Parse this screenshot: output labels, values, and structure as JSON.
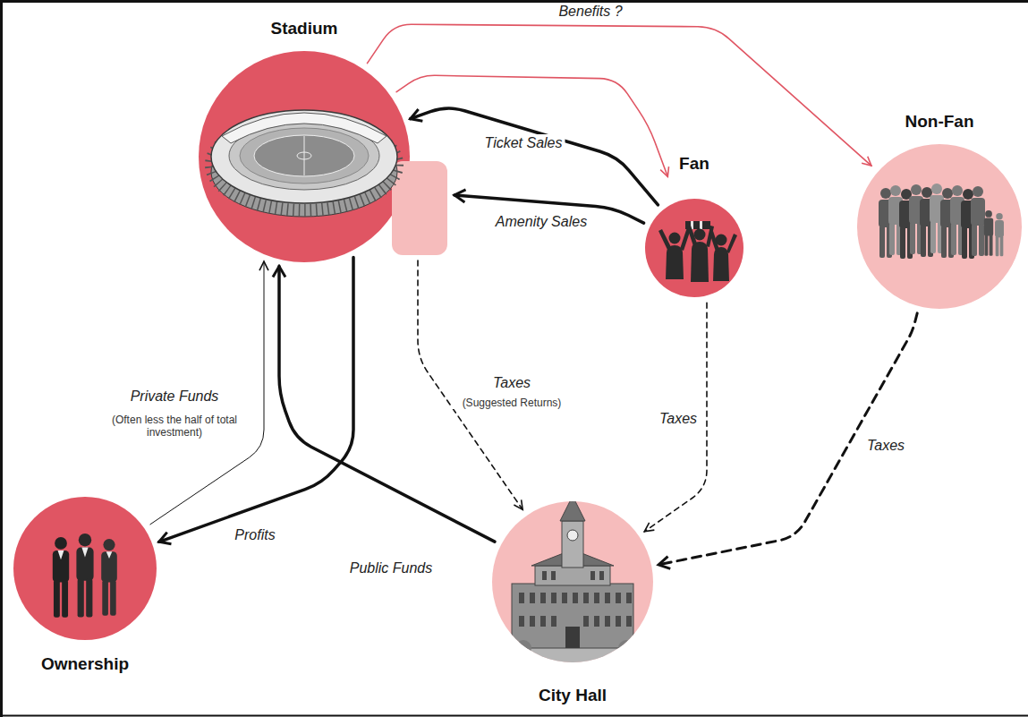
{
  "diagram": {
    "nodes": [
      {
        "text": [
          "Stadium"
        ]
      },
      {
        "text": [
          "Fan"
        ]
      },
      {
        "text": [
          "Non-Fan"
        ]
      },
      {
        "text": [
          "Ownership"
        ]
      },
      {
        "text": [
          "City Hall"
        ]
      }
    ],
    "edges": [
      {
        "from": 0,
        "to": 2,
        "label": "Benefits ?",
        "arrow": "to"
      },
      {
        "from": 0,
        "to": 1,
        "arrow": "to"
      },
      {
        "from": 1,
        "to": 0,
        "label": "Ticket Sales",
        "arrow": "to"
      },
      {
        "from": 1,
        "to": 0,
        "label": "Amenity Sales",
        "arrow": "to"
      },
      {
        "from": 0,
        "to": 4,
        "label": "Taxes",
        "arrow": "to"
      },
      {
        "from": 1,
        "to": 4,
        "label": "Taxes",
        "arrow": "to"
      },
      {
        "from": 2,
        "to": 4,
        "label": "Taxes",
        "arrow": "to"
      },
      {
        "from": 3,
        "to": 0,
        "label": "Private Funds",
        "arrow": "to"
      },
      {
        "from": 0,
        "to": 3,
        "label": "Profits",
        "arrow": "to"
      },
      {
        "from": 4,
        "to": 0,
        "label": "Public Funds",
        "arrow": "to"
      }
    ],
    "labels": [
      "(Suggested Returns)",
      "(Often less the half of total investment)"
    ]
  }
}
